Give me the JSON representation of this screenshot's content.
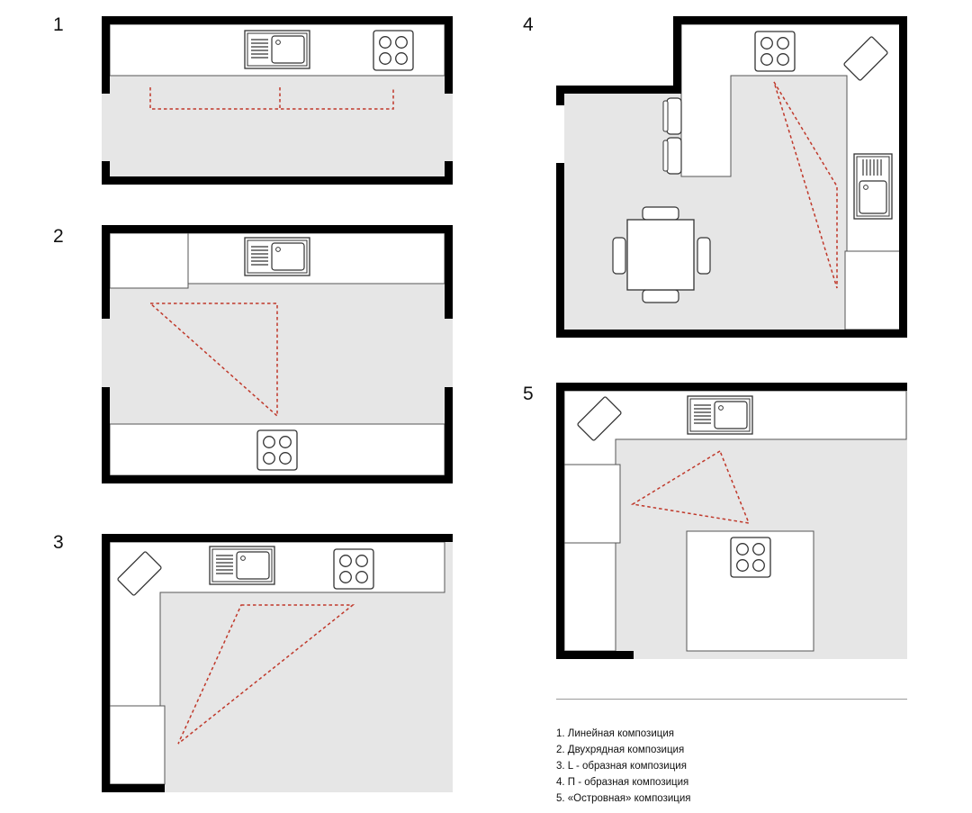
{
  "layouts": [
    {
      "number": "1",
      "caption": "1. Линейная композиция"
    },
    {
      "number": "2",
      "caption": "2. Двухрядная композиция"
    },
    {
      "number": "3",
      "caption": "3. L - образная композиция"
    },
    {
      "number": "4",
      "caption": "4. П - образная композиция"
    },
    {
      "number": "5",
      "caption": "5. «Островная» композиция"
    }
  ],
  "colors": {
    "wall": "#000000",
    "floor": "#e6e6e6",
    "counter": "#ffffff",
    "outline": "#555555",
    "work_triangle": "#c0392b"
  },
  "icons": [
    "sink-icon",
    "stove-icon",
    "fridge-icon",
    "dining-table-icon",
    "bar-stool-icon"
  ]
}
